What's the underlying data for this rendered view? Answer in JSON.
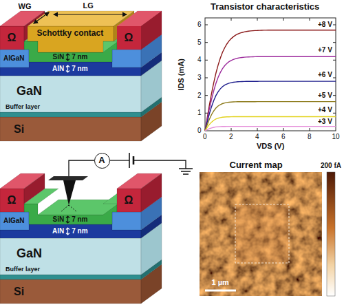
{
  "diagram": {
    "nodes": [
      {
        "text": [
          "Ω"
        ]
      },
      {
        "text": [
          "Schottky contact"
        ]
      },
      {
        "text": [
          "Ω"
        ]
      },
      {
        "text": [
          "AlGaN"
        ]
      },
      {
        "text": [
          "SiN",
          "7 nm"
        ]
      },
      {
        "text": [
          "AlN",
          "7 nm"
        ]
      },
      {
        "text": [
          "GaN"
        ]
      },
      {
        "text": [
          "Buffer layer"
        ]
      },
      {
        "text": [
          "Si"
        ]
      },
      {
        "text": [
          "A"
        ]
      },
      {
        "text": [
          "Ω"
        ]
      },
      {
        "text": [
          "Ω"
        ]
      },
      {
        "text": [
          "AlGaN"
        ]
      },
      {
        "text": [
          "SiN",
          "7 nm"
        ]
      },
      {
        "text": [
          "AlN",
          "7 nm"
        ]
      },
      {
        "text": [
          "GaN"
        ]
      },
      {
        "text": [
          "Buffer layer"
        ]
      },
      {
        "text": [
          "Si"
        ]
      }
    ],
    "labels": [
      "LG",
      "WG",
      "Transistor characteristics",
      "IDS (mA)",
      "0",
      "1",
      "2",
      "3",
      "4",
      "5",
      "6",
      "0",
      "2",
      "4",
      "6",
      "8",
      "10",
      "VDS (V)",
      "+8 V",
      "+7 V",
      "+6 V",
      "+5 V",
      "+4 V",
      "+3 V",
      "Current map",
      "200 fA",
      "1 µm"
    ]
  }
}
